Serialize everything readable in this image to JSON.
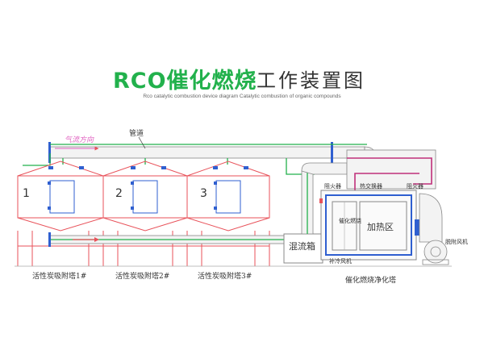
{
  "header": {
    "title_green": "RCO催化燃烧",
    "title_black": "工作装置图",
    "subtitle": "Rco catalytic combustion device diagram Catalytic combustion of organic compounds"
  },
  "diagram": {
    "labels": {
      "airflow": "气流方向",
      "pipe": "管道",
      "tower1_num": "1",
      "tower2_num": "2",
      "tower3_num": "3",
      "tower1_name": "活性炭吸附塔1#",
      "tower2_name": "活性炭吸附塔2#",
      "tower3_name": "活性炭吸附塔3#",
      "mixing_box": "混流箱",
      "heating_zone": "加热区",
      "heat_exchanger": "热交换器",
      "flame_arrester_1": "阻火器",
      "flame_arrester_2": "阻火器",
      "catalyst_bed": "催化燃烧",
      "cooling_fan": "补冷风机",
      "desorption_fan": "脱附风机",
      "purifier_name": "催化燃烧净化塔"
    },
    "colors": {
      "green_pipe": "#22b14c",
      "red_frame": "#e8525a",
      "magenta": "#c0307a",
      "blue": "#2f5fd0",
      "gray": "#888888",
      "pipe_fill": "#f3f3f3",
      "airflow_pink": "#e060c0"
    }
  }
}
